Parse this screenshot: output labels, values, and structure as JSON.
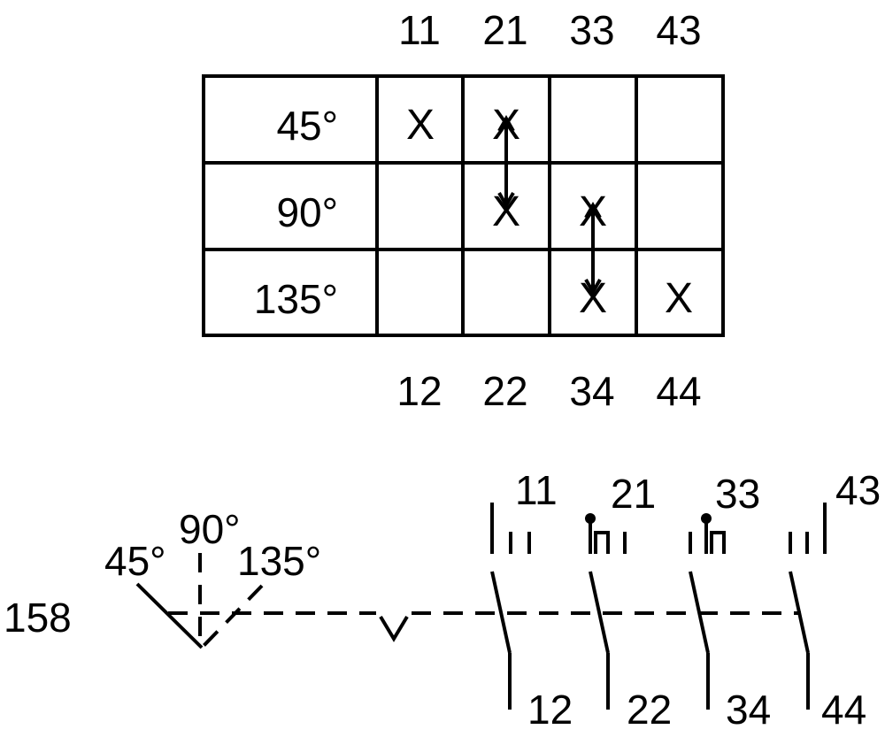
{
  "table": {
    "top_terminals": [
      "11",
      "21",
      "33",
      "43"
    ],
    "bottom_terminals": [
      "12",
      "22",
      "34",
      "44"
    ],
    "rows": [
      {
        "angle": "45°",
        "marks": [
          "X",
          "X",
          "",
          ""
        ]
      },
      {
        "angle": "90°",
        "marks": [
          "",
          "X",
          "X",
          ""
        ]
      },
      {
        "angle": "135°",
        "marks": [
          "",
          "",
          "X",
          "X"
        ]
      }
    ]
  },
  "schematic": {
    "device_label": "158",
    "angles": [
      "45°",
      "90°",
      "135°"
    ],
    "contacts": [
      {
        "top": "11",
        "bottom": "12"
      },
      {
        "top": "21",
        "bottom": "22"
      },
      {
        "top": "33",
        "bottom": "34"
      },
      {
        "top": "43",
        "bottom": "44"
      }
    ]
  }
}
